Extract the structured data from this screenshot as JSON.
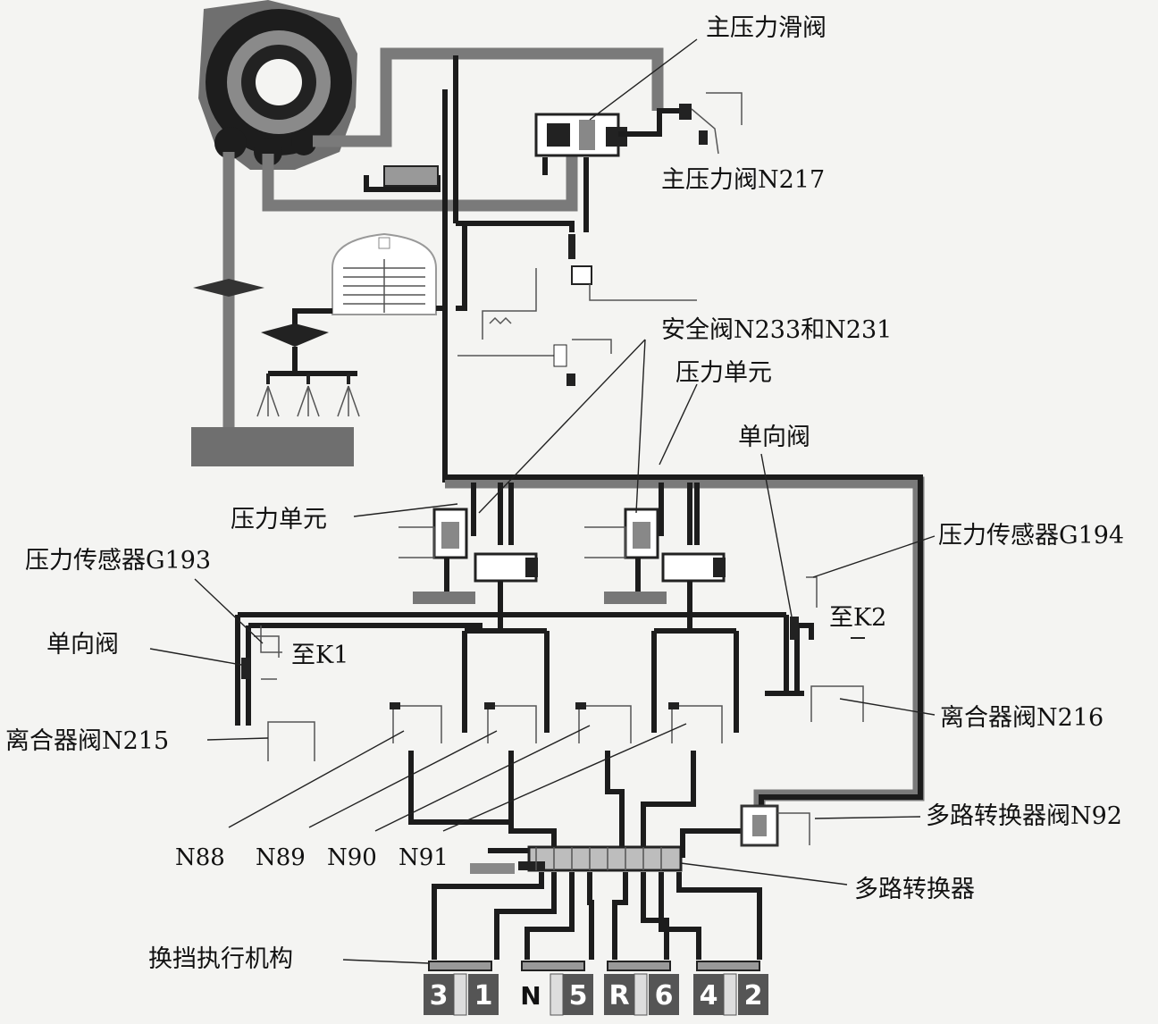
{
  "labels": {
    "main_pressure_slide_valve": "主压力滑阀",
    "main_pressure_valve": "主压力阀N217",
    "safety_valves": "安全阀N233和N231",
    "pressure_unit_right": "压力单元",
    "check_valve_right": "单向阀",
    "pressure_unit_left": "压力单元",
    "pressure_sensor_g194": "压力传感器G194",
    "pressure_sensor_g193": "压力传感器G193",
    "to_k2": "至K2",
    "to_k1": "至K1",
    "check_valve_left": "单向阀",
    "clutch_valve_n216": "离合器阀N216",
    "clutch_valve_n215": "离合器阀N215",
    "n88": "N88",
    "n89": "N89",
    "n90": "N90",
    "n91": "N91",
    "multiplexer_valve": "多路转换器阀N92",
    "multiplexer": "多路转换器",
    "shift_actuator": "换挡执行机构"
  },
  "gears": [
    "3",
    "1",
    "N",
    "5",
    "R",
    "6",
    "4",
    "2"
  ],
  "colors": {
    "ink": "#1c1c1c",
    "pipe_gray": "#7a7a7a",
    "paper": "#f4f4f2"
  }
}
